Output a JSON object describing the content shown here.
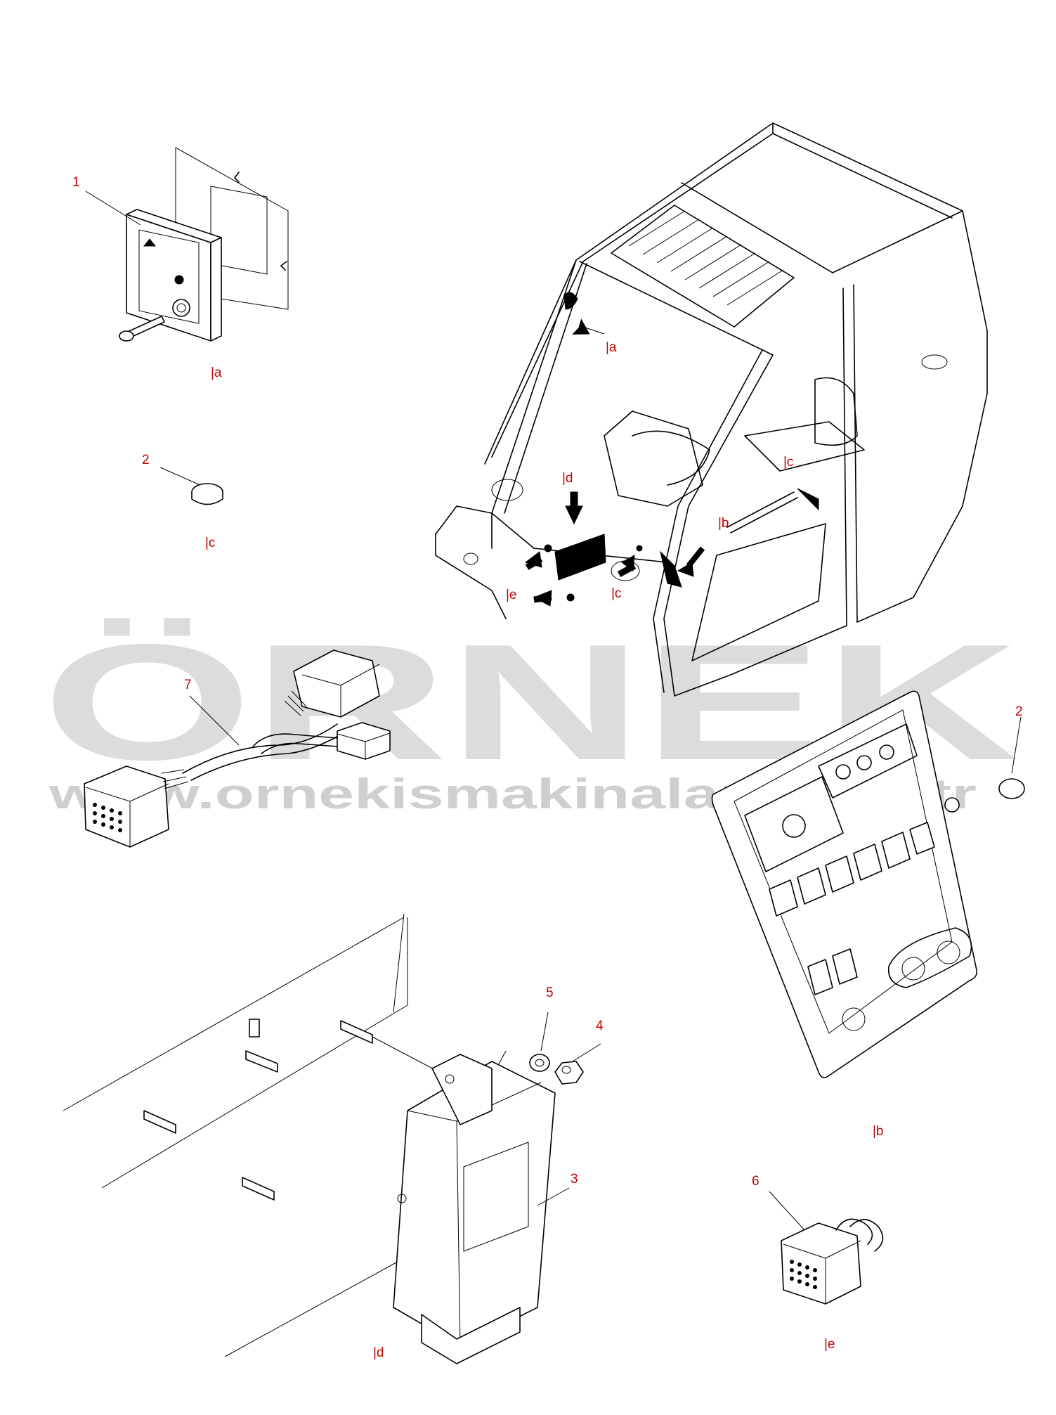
{
  "watermark": {
    "brand": "ÖRNEK",
    "url": "www.ornekismakinalari.com.tr",
    "color": "#dcdcdc",
    "accent": "#f0d470"
  },
  "callout_color": "#c00000",
  "callouts": {
    "n1": "1",
    "n2a": "2",
    "n2b": "2",
    "n3": "3",
    "n4": "4",
    "n5": "5",
    "n6": "6",
    "n7": "7"
  },
  "views": {
    "a_detail": "|a",
    "a_cab": "|a",
    "b_cab": "|b",
    "b_detail": "|b",
    "c_detail": "|c",
    "c_cab_upper": "|c",
    "c_cab_lower": "|c",
    "d_cab": "|d",
    "d_detail": "|d",
    "e_cab": "|e",
    "e_detail": "|e"
  }
}
